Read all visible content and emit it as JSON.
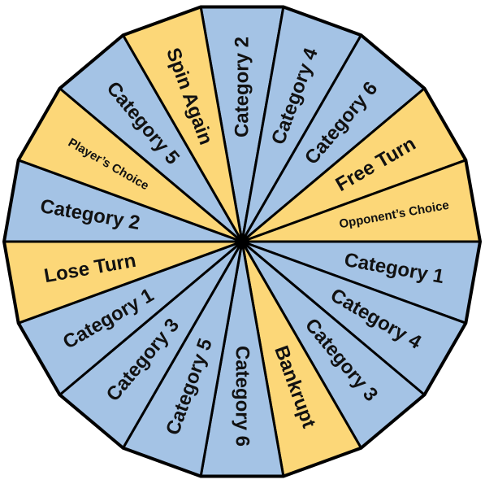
{
  "wheel": {
    "colors": {
      "blue": "#a4c3e5",
      "yellow": "#fcd778",
      "outline": "#000000"
    },
    "segments": [
      {
        "label": "Category 2",
        "color": "blue"
      },
      {
        "label": "Category 4",
        "color": "blue"
      },
      {
        "label": "Category 6",
        "color": "blue"
      },
      {
        "label": "Free Turn",
        "color": "yellow"
      },
      {
        "label": "Opponent’s Choice",
        "color": "yellow"
      },
      {
        "label": "Category 1",
        "color": "blue"
      },
      {
        "label": "Category 4",
        "color": "blue"
      },
      {
        "label": "Category 3",
        "color": "blue"
      },
      {
        "label": "Bankrupt",
        "color": "yellow"
      },
      {
        "label": "Category 6",
        "color": "blue"
      },
      {
        "label": "Category 5",
        "color": "blue"
      },
      {
        "label": "Category 3",
        "color": "blue"
      },
      {
        "label": "Category 1",
        "color": "blue"
      },
      {
        "label": "Lose Turn",
        "color": "yellow"
      },
      {
        "label": "Category 2",
        "color": "blue"
      },
      {
        "label": "Player’s Choice",
        "color": "yellow"
      },
      {
        "label": "Category 5",
        "color": "blue"
      },
      {
        "label": "Spin Again",
        "color": "yellow"
      }
    ]
  }
}
